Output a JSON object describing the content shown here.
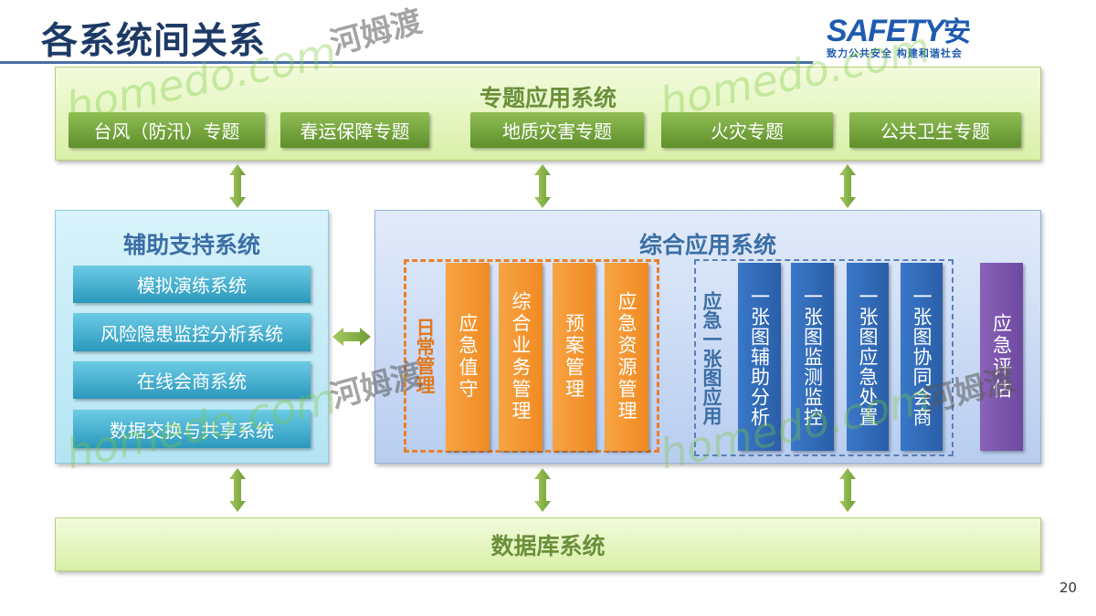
{
  "slide": {
    "title": "各系统间关系",
    "page_number": "20"
  },
  "logo": {
    "brand": "SAFETY",
    "brand_suffix": "安",
    "tagline": "致力公共安全 构建和谐社会"
  },
  "watermark": {
    "site": "homedo.com",
    "name": "河姆渡"
  },
  "topic_system": {
    "title": "专题应用系统",
    "items": [
      "台风（防汛）专题",
      "春运保障专题",
      "地质灾害专题",
      "火灾专题",
      "公共卫生专题"
    ]
  },
  "support_system": {
    "title": "辅助支持系统",
    "items": [
      "模拟演练系统",
      "风险隐患监控分析系统",
      "在线会商系统",
      "数据交换与共享系统"
    ]
  },
  "integrated_system": {
    "title": "综合应用系统",
    "daily": {
      "label": "日常管理",
      "items": [
        "应急值守",
        "综合业务管理",
        "预案管理",
        "应急资源管理"
      ]
    },
    "onemap": {
      "label": "应急一张图应用",
      "items": [
        "一张图辅助分析",
        "一张图监测监控",
        "一张图应急处置",
        "一张图协同会商"
      ]
    },
    "evaluation": "应急评估"
  },
  "database_system": {
    "title": "数据库系统"
  },
  "colors": {
    "title": "#1d3a66",
    "green": "#6b8f3a",
    "blue": "#3b6ea5",
    "orange": "#f08a22",
    "purple": "#7a55a8"
  }
}
